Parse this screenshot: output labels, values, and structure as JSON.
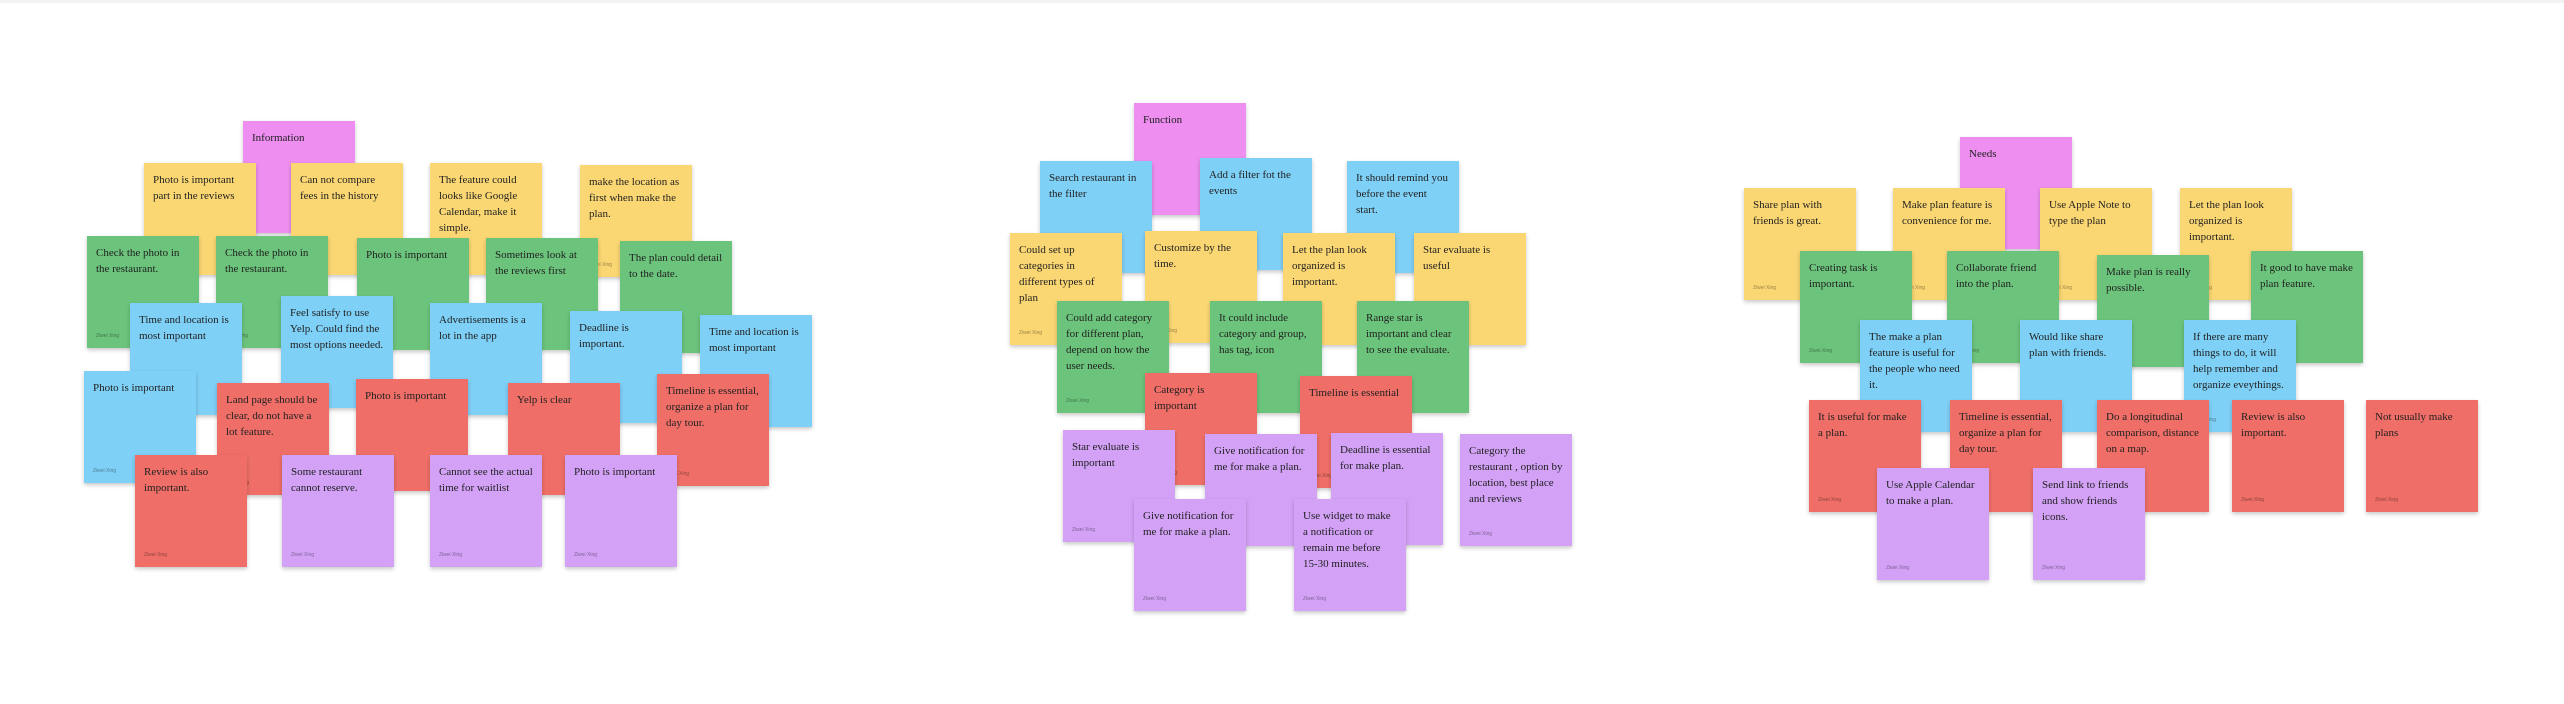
{
  "colors": {
    "pink": "#ee8ef0",
    "yellow": "#fbd774",
    "green": "#6cc47c",
    "blue": "#7fd0f6",
    "red": "#ef6f68",
    "purple": "#d3a2f6"
  },
  "author": "Ziwei Xing",
  "clusters": {
    "information": {
      "header": "Information",
      "notes": [
        "Photo is important part in the reviews",
        "Can not compare fees in the history",
        "The feature could looks like Google Calendar, make it simple.",
        "make the location as first when  make the plan.",
        "Check the photo in the restaurant.",
        "Check the photo in the restaurant.",
        "Photo is important",
        "Sometimes look at the reviews first",
        "The plan could detail to the date.",
        "Time and location is most important",
        "Feel satisfy to use Yelp. Could find the most options needed.",
        "Advertisements is a lot in the app",
        "Deadline is important.",
        "Time and location is most important",
        "Photo is  important",
        "Land page should be clear, do not have a lot feature.",
        "Photo is important",
        "Yelp is clear",
        "Timeline is essential, organize a plan for day tour.",
        "Review is also important.",
        "Some restaurant cannot reserve.",
        "Cannot see the actual time for waitlist",
        "Photo is important"
      ]
    },
    "function": {
      "header": "Function",
      "notes": [
        "Search restaurant in the filter",
        "Add a filter fot the events",
        "It should remind you before the event start.",
        "Could set up categories in different types of plan",
        "Customize by the time.",
        "Let the plan look organized is important.",
        "Star evaluate is useful",
        "Could add category for different plan, depend on how the user needs.",
        "It could include category and group, has tag, icon",
        "Range star is important and clear to see the evaluate.",
        "Category is important",
        "Timeline is essential",
        "Star evaluate is important",
        "Give notification for me for make a plan.",
        "Deadline is essential for make plan.",
        "Category the restaurant , option by location, best place and reviews",
        "Give notification for me for make a plan.",
        "Use widget to make a notification  or remain me before 15-30 minutes."
      ]
    },
    "needs": {
      "header": "Needs",
      "notes": [
        "Share plan with friends is great.",
        "Make plan feature is convenience for me.",
        "Use Apple Note to  type  the plan",
        "Let the plan look organized is important.",
        "Creating task is important.",
        "Collaborate friend into the plan.",
        "Make plan is really possible.",
        "It good to have make plan feature.",
        "The make a plan feature is useful for the people who need it.",
        "Would like share plan with friends.",
        "If there are many things to do, it will help remember and organize eveythings.",
        "It is useful for make a plan.",
        "Timeline is essential, organize a plan for day tour.",
        "Do a longitudinal comparison, distance on a map.",
        "Review is also important.",
        "Not usually make plans",
        "Use Apple Calendar to make a plan.",
        "Send link to friends and show friends icons."
      ]
    }
  }
}
